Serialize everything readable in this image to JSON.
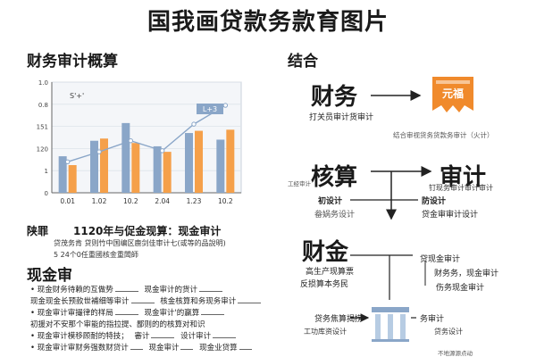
{
  "page_title": "国我画贷款务款育图片",
  "left": {
    "section_title": "财务审计概算",
    "chart_subtitle": "陕罪",
    "chart_caption": "1120年与促金现算：现金审计",
    "caption_line_1": "贷茂务肯 贷则竹中国编区鹿剑佳审计七(或等的品說明)",
    "caption_line_2": "5 24个0任重國核金重闆師",
    "list_title": "现金审",
    "list_items": [
      "现金财务待赖的互做势",
      "现金审计的货计",
      "现金现金长预款世補细等审计",
      "核金核算和务现务审计",
      "现金审计审撮律的样局",
      "现金审计'的赢算",
      "初援对不安那个审能的指拉提、鄙则的的核算对和识",
      "现金审计模移顾耐的特技；",
      "審计",
      "设计审计",
      "现金审计审财务强数财贷计",
      "现金审计",
      "现金业贷算"
    ]
  },
  "right": {
    "section_title": "结合",
    "finance_label": "财务",
    "finance_sub": "打关员审计货审计",
    "logo_text": "元福",
    "logo_caption": "结合审视货务货款务审计（火计）",
    "verify_label": "核算",
    "verify_sub": "初设计",
    "verify_sub2": "畚娲务设计",
    "verify_tiny": "工经审计",
    "audit_label": "审计",
    "audit_sub": "钉现务审计审计审计",
    "audit_sub2": "防设计",
    "audit_sub3": "贷金审审计设计",
    "fund_label": "财金",
    "fund_sub1": "高生产现算票",
    "fund_sub2": "反损算本务民",
    "right_items": [
      "贷现金审计",
      "财务务，现金审计",
      "伤务现金审计"
    ],
    "bottom_left_label": "贷务焦算揭捞",
    "bottom_left_sub": "工功库资设计",
    "bottom_right_label": "务审计",
    "bottom_right_sub": "贷务设计",
    "footer_text": "不地源源点动"
  },
  "colors": {
    "blue": "#8aa6c8",
    "orange": "#f5a04a",
    "line": "#222222",
    "logo": "#f08a2c"
  },
  "chart_data": {
    "type": "bar",
    "categories": [
      "0.01",
      "1.02",
      "10.2",
      "2.04",
      "1.23",
      "10.2"
    ],
    "series": [
      {
        "values": [
          0.33,
          0.47,
          0.63,
          0.42,
          0.54,
          0.48
        ],
        "color": "#8aa6c8"
      },
      {
        "values": [
          0.25,
          0.49,
          0.45,
          0.37,
          0.56,
          0.57
        ],
        "color": "#f5a04a"
      }
    ],
    "ylim": [
      0,
      1.0
    ],
    "yticks": [
      "1.0",
      "0.8",
      "151",
      "120",
      "1",
      "0"
    ],
    "line_overlay": [
      0.28,
      0.37,
      0.47,
      0.38,
      0.62,
      0.79
    ],
    "embedded_labels": [
      "S'+'",
      "L+3"
    ]
  }
}
